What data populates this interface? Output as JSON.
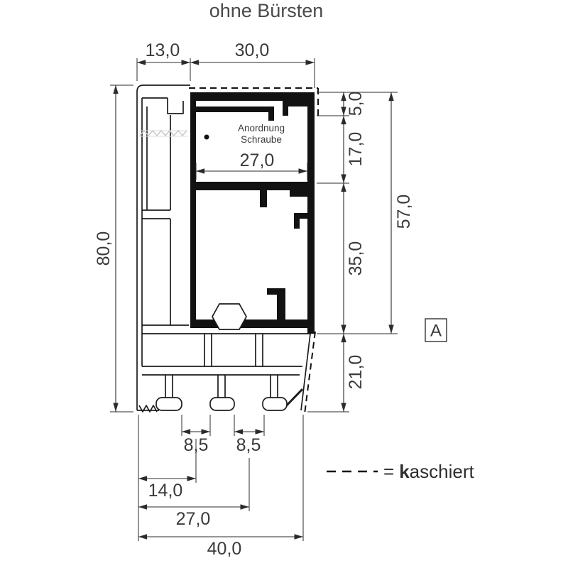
{
  "title": "ohne Bürsten",
  "annotation": {
    "line1": "Anordnung",
    "line2": "Schraube"
  },
  "detail_marker": "A",
  "legend": {
    "equals": "=",
    "key_bold": "k",
    "key_rest": "aschiert"
  },
  "dimensions": {
    "top_left_width": "13,0",
    "top_right_width": "30,0",
    "total_height": "80,0",
    "right_top": "5,0",
    "right_upper": "17,0",
    "inner_width": "27,0",
    "right_middle": "35,0",
    "right_overall": "57,0",
    "right_bottom": "21,0",
    "foot_gap_left": "8,5",
    "foot_gap_right": "8,5",
    "bottom_small": "14,0",
    "bottom_medium": "27,0",
    "bottom_total": "40,0"
  }
}
